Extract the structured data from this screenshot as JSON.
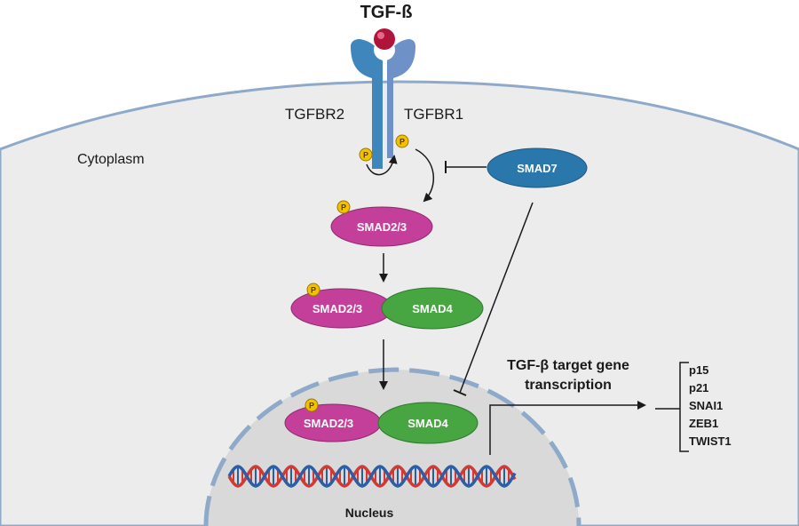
{
  "title": "TGF-ß",
  "receptors": {
    "left": "TGFBR2",
    "right": "TGFBR1"
  },
  "compartments": {
    "cytoplasm": "Cytoplasm",
    "nucleus": "Nucleus"
  },
  "phospho_label": "P",
  "proteins": {
    "smad7": "SMAD7",
    "smad23": "SMAD2/3",
    "smad4": "SMAD4"
  },
  "target": {
    "heading_line1": "TGF-β target gene",
    "heading_line2": "transcription",
    "genes": [
      "p15",
      "p21",
      "SNAI1",
      "ZEB1",
      "TWIST1"
    ]
  },
  "colors": {
    "cell": "#ececec",
    "membrane": "#8fa9c9",
    "nucleus": "#d9d9d9",
    "smad23": "#c43f9a",
    "smad4": "#47a642",
    "smad7": "#2a77ab",
    "phospho": "#f2c200",
    "ligand": "#b0143a",
    "receptor_left": "#3f86bc",
    "receptor_right": "#6e92c8",
    "dna_red": "#d13a33",
    "dna_blue": "#2a5fa8"
  }
}
